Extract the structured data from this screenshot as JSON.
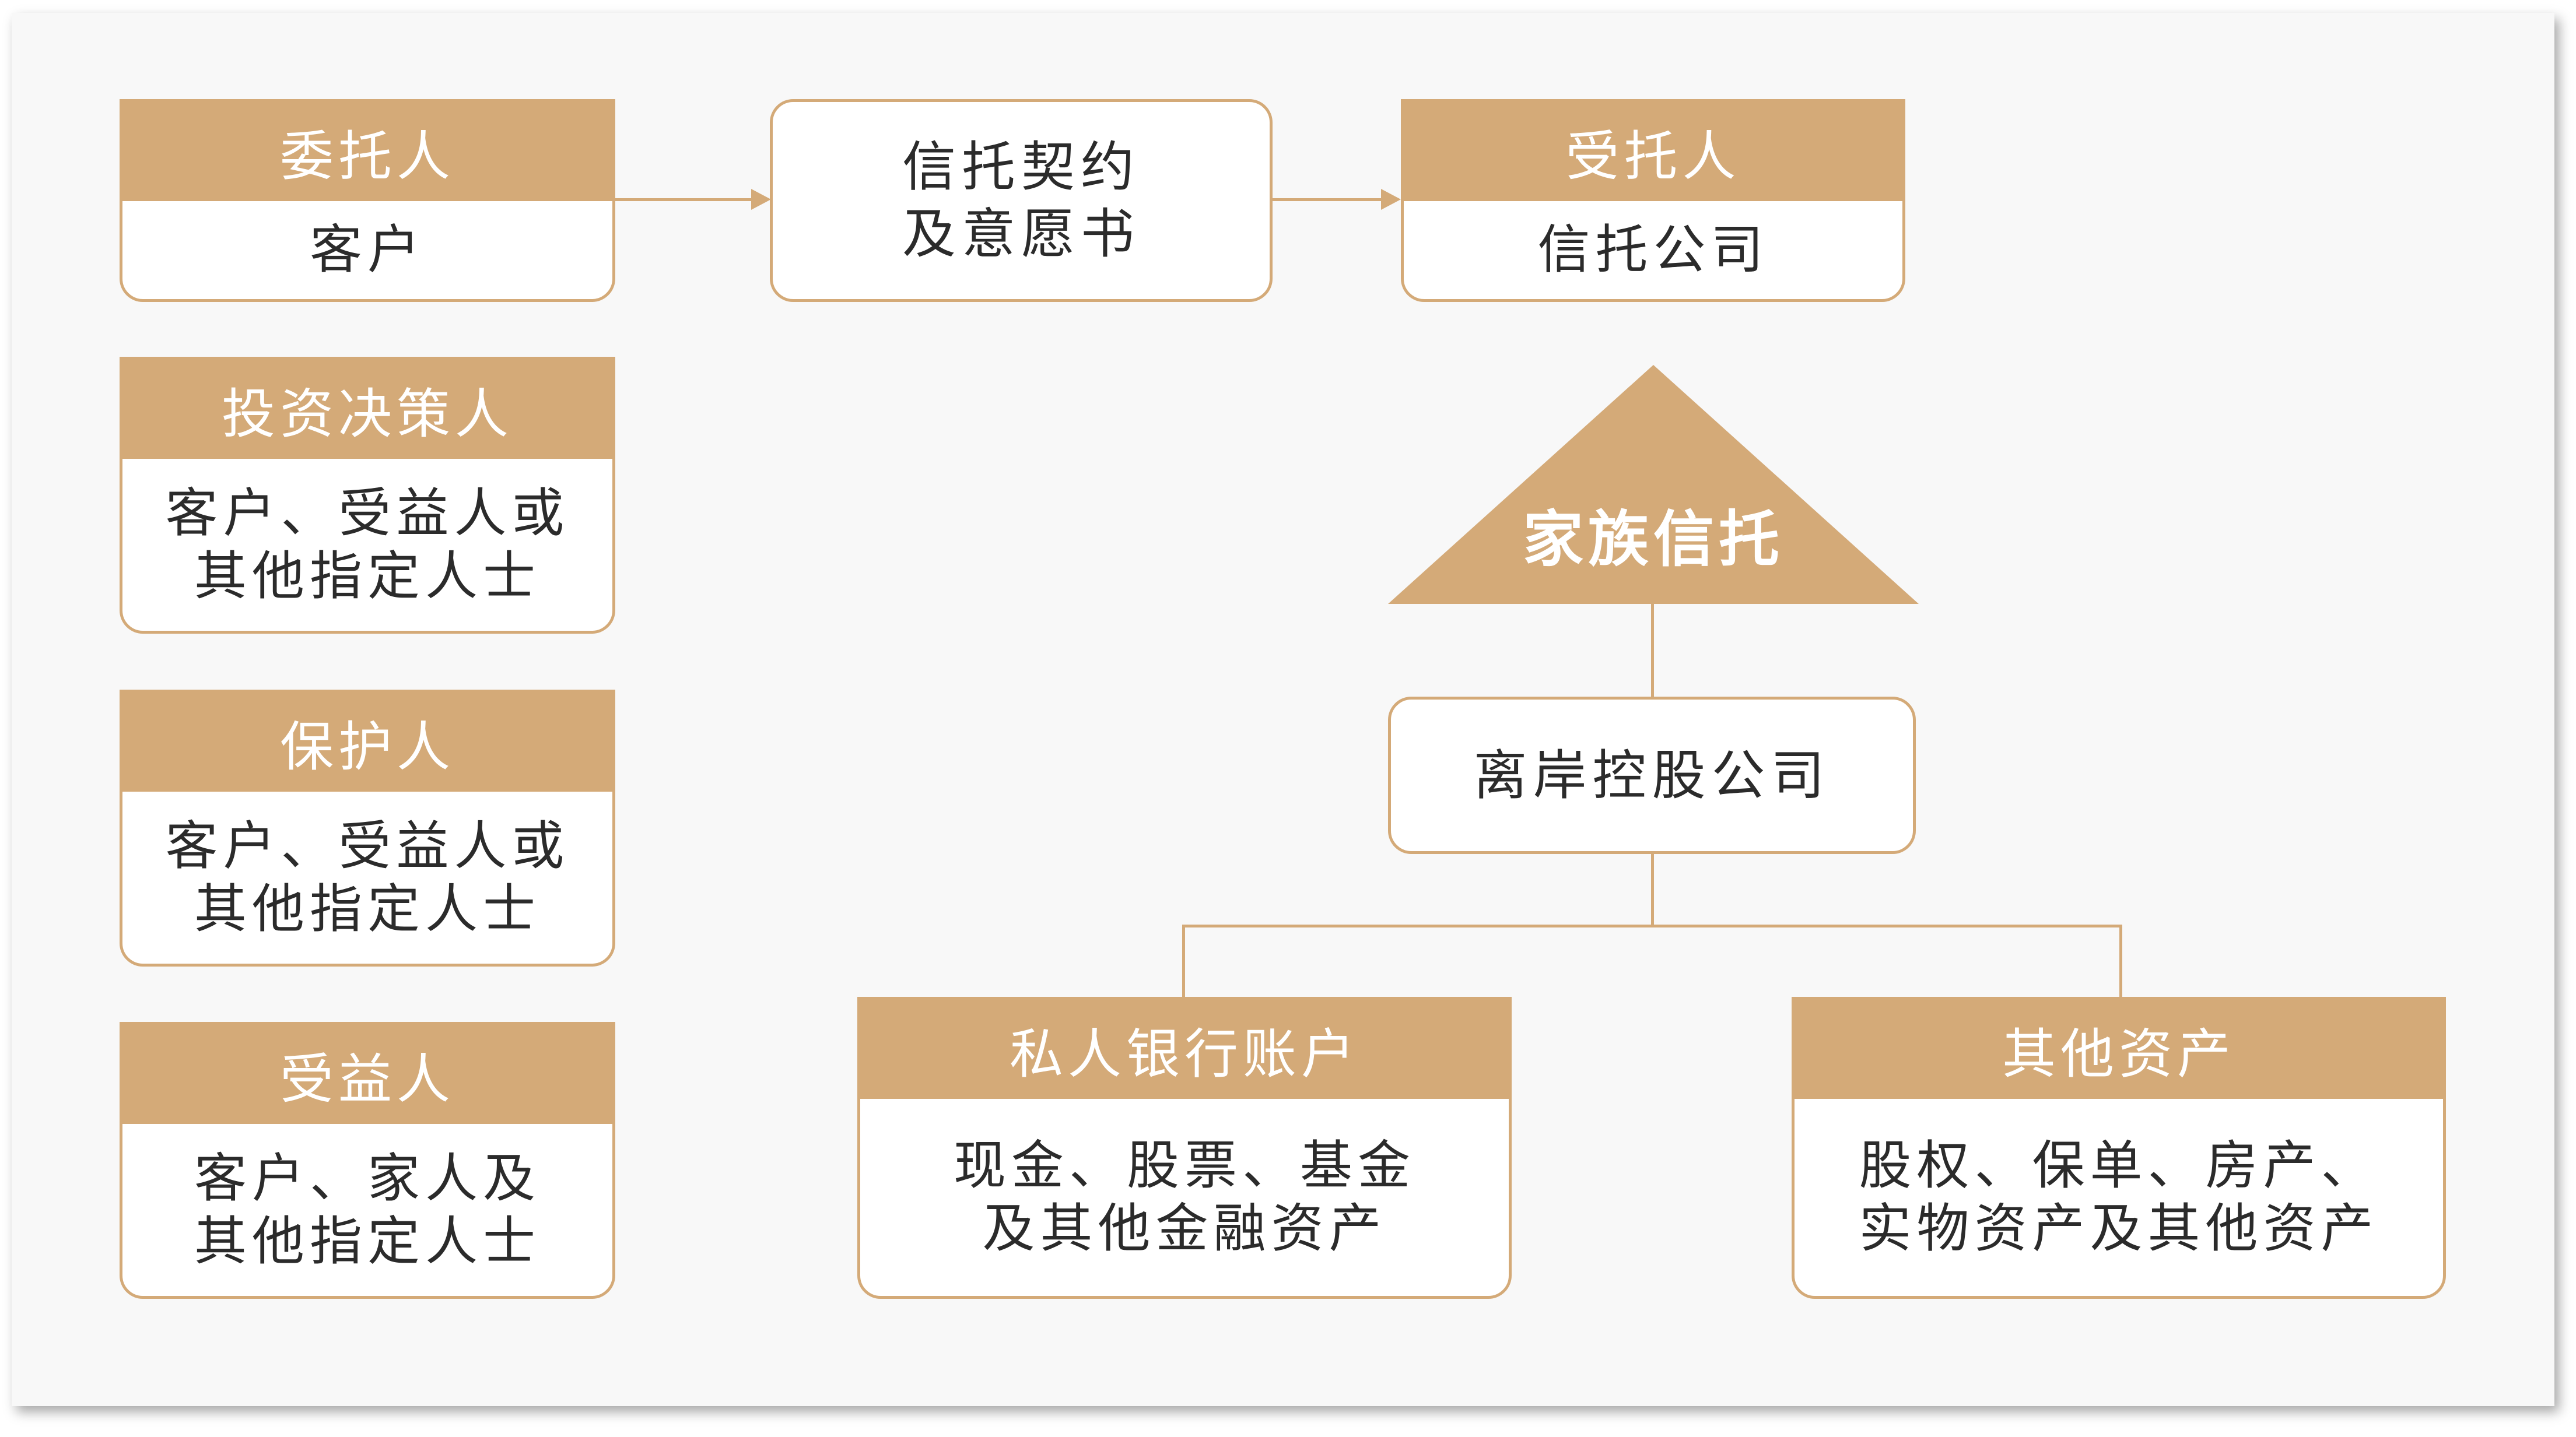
{
  "colors": {
    "accent": "#d4aa78",
    "text": "#2b2b2b",
    "panel": "#f8f8f8"
  },
  "settlor": {
    "title": "委托人",
    "body": [
      "客户"
    ]
  },
  "agreement": {
    "lines": [
      "信托契约",
      "及意愿书"
    ]
  },
  "trustee": {
    "title": "受托人",
    "body": [
      "信托公司"
    ]
  },
  "investment_decider": {
    "title": "投资决策人",
    "body": [
      "客户、受益人或",
      "其他指定人士"
    ]
  },
  "protector": {
    "title": "保护人",
    "body": [
      "客户、受益人或",
      "其他指定人士"
    ]
  },
  "beneficiary": {
    "title": "受益人",
    "body": [
      "客户、家人及",
      "其他指定人士"
    ]
  },
  "family_trust": {
    "label": "家族信托"
  },
  "offshore_company": {
    "label": "离岸控股公司"
  },
  "private_bank_account": {
    "title": "私人银行账户",
    "body": [
      "现金、股票、基金",
      "及其他金融资产"
    ]
  },
  "other_assets": {
    "title": "其他资产",
    "body": [
      "股权、保单、房产、",
      "实物资产及其他资产"
    ]
  }
}
